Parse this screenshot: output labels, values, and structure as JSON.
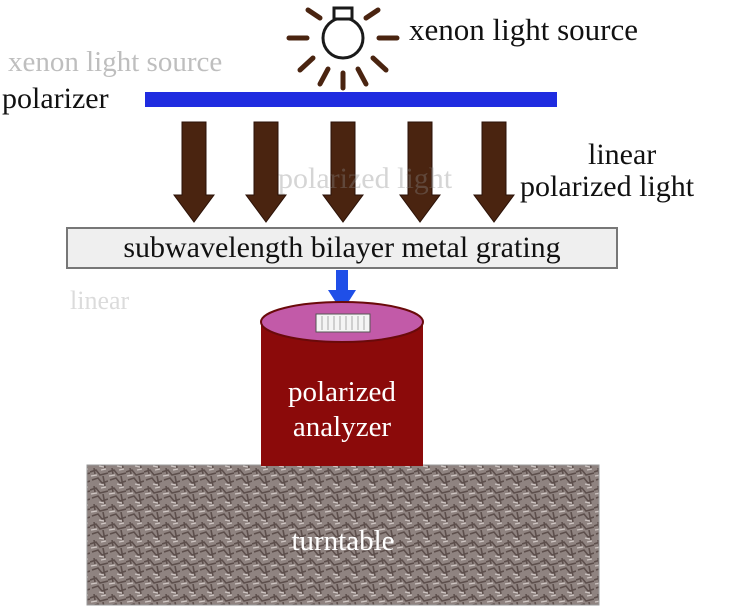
{
  "labels": {
    "light_source": "xenon light source",
    "polarizer": "polarizer",
    "linear_polarized_light_line1": "linear",
    "linear_polarized_light_line2": "polarized light",
    "grating": "subwavelength bilayer metal grating",
    "analyzer_line1": "polarized",
    "analyzer_line2": "analyzer",
    "turntable": "turntable"
  },
  "colors": {
    "polarizer_bar": "#1f2ce0",
    "arrows": "#4a2410",
    "probe_arrow": "#1f4fe8",
    "cylinder_body": "#8b0a0a",
    "cylinder_top": "#c25aa8",
    "turntable": "#8f8380"
  },
  "icons": {
    "lamp": "lightbulb-icon"
  }
}
